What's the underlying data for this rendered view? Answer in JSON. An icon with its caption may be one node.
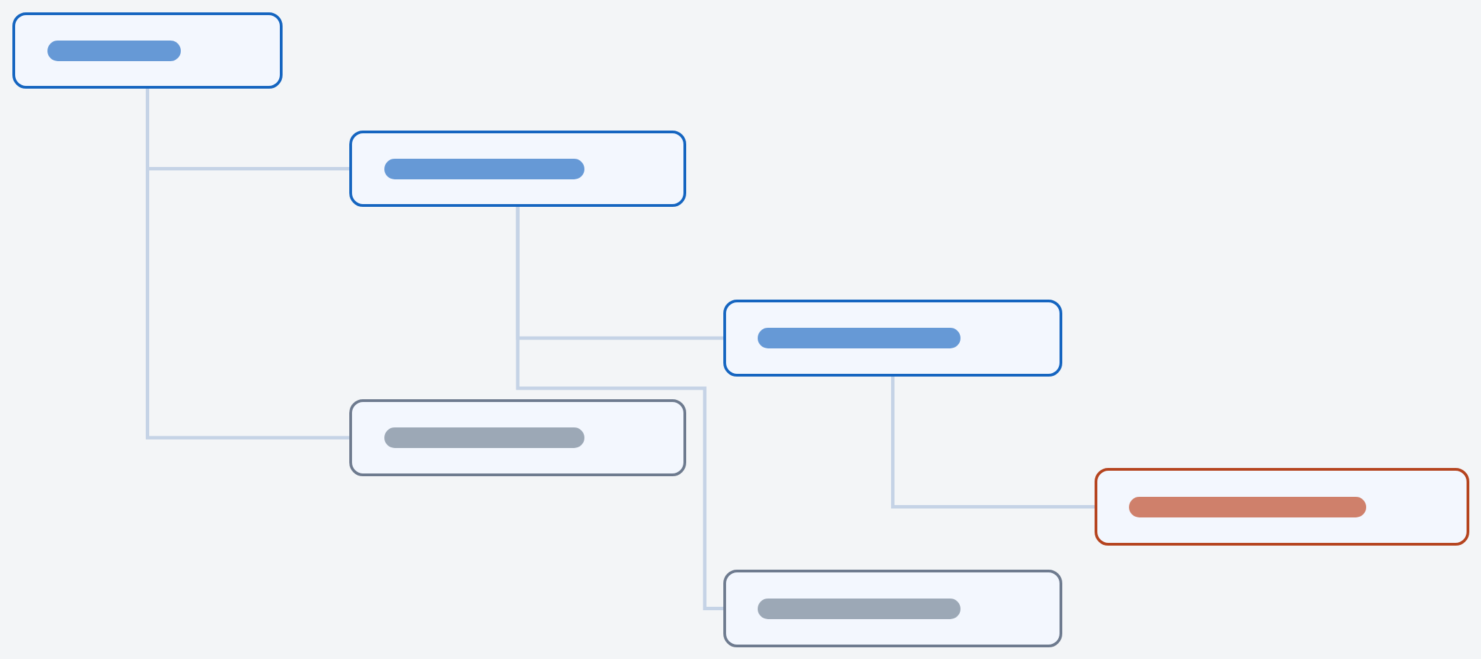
{
  "diagram": {
    "nodes": [
      {
        "text": [],
        "shape": "box"
      },
      {
        "text": [],
        "shape": "box"
      },
      {
        "text": [],
        "shape": "box"
      },
      {
        "text": [],
        "shape": "box"
      },
      {
        "text": [],
        "shape": "box"
      },
      {
        "text": [],
        "shape": "box"
      }
    ],
    "edges": [
      {
        "from": 0,
        "to": 1,
        "arrow": "none"
      },
      {
        "from": 0,
        "to": 3,
        "arrow": "none"
      },
      {
        "from": 1,
        "to": 2,
        "arrow": "none"
      },
      {
        "from": 1,
        "to": 4,
        "arrow": "none"
      },
      {
        "from": 2,
        "to": 5,
        "arrow": "none"
      }
    ]
  }
}
